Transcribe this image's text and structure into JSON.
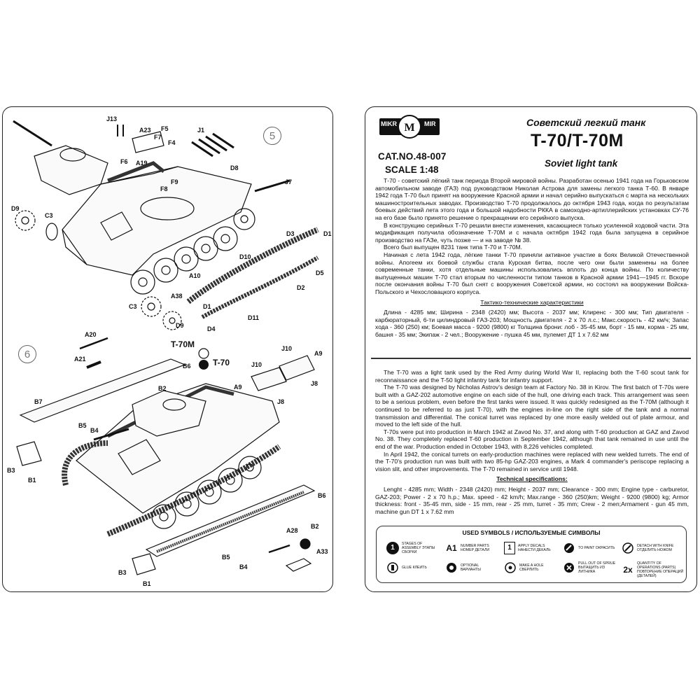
{
  "brand": {
    "logo_text_left": "MIKR",
    "logo_text_right": "MIR"
  },
  "header": {
    "catalog": "CAT.NO.48-007",
    "scale": "SCALE 1:48",
    "ru_title": "Советский легкий танк",
    "main_title": "T-70/T-70M",
    "en_title": "Soviet light tank"
  },
  "ru_text": {
    "p1": "Т-70 - советский лёгкий танк периода Второй мировой войны. Разработан осенью 1941 года на Горьковском автомобильном заводе (ГАЗ) под руководством Николая Астрова для замены легкого танка Т-60. В январе 1942 года Т-70 был принят на вооружение Красной армии и начал серийно выпускаться с марта на нескольких машиностроительных заводах. Производство Т-70 продолжалось до октября 1943 года, когда по результатам боевых действий лета этого года и большой надобности РККА в самоходно-артиллерийских установках СУ-76 на его базе было принято решение о прекращении его серийного выпуска.",
    "p2": "В конструкцию серийных Т-70 решили внести изменения, касающиеся только усиленной ходовой части. Эта модификация получила обозначение Т-70М и с начала октября 1942 года была запущена в серийное производство на ГАЗе, чуть позже — и на заводе № 38.",
    "p3": "Всего был выпущен 8231 танк типа Т-70 и Т-70М.",
    "p4": "Начиная с лета 1942 года, лёгкие танки Т-70 приняли активное участие в боях Великой Отечественной войны. Апогеем их боевой службы стала Курская битва, после чего они были заменены на более современные танки, хотя отдельные машины использовались вплоть до конца войны. По количеству выпущенных машин Т-70 стал вторым по численности типом танков в Красной армии 1941—1945 гг. Вскоре после окончания войны Т-70 был снят с вооружения Советской армии, но состоял на вооружении Войска-Польского и Чехословацкого корпуса.",
    "spec_head": "Тактико-технические характеристики",
    "spec": "Длина - 4285 мм; Ширина - 2348 (2420) мм; Высота - 2037 мм; Клиренс - 300 мм; Тип двигателя - карбюраторный, 6-ти цилиндровый ГАЗ-203; Мощность двигателя - 2 х 70 л.с.; Макс.скорость - 42 км/ч; Запас хода - 360 (250) км; Боевая масса - 9200 (9800) кг Толщина брони: лоб - 35-45 мм, борт - 15 мм, корма - 25 мм, башня - 35 мм; Экипаж - 2 чел.; Вооружение - пушка 45 мм, пулемет ДТ 1 х 7.62 мм"
  },
  "en_text": {
    "p1": "The T-70 was a light tank used by the Red Army during World War II, replacing both the T-60 scout tank for reconnaissance and the T-50 light infantry tank for infantry support.",
    "p2": "The T-70 was designed by Nicholas Astrov's design team at Factory No. 38 in Kirov. The first batch of T-70s were built with a GAZ-202 automotive engine on each side of the hull, one driving each track. This arrangement was seen to be a serious problem, even before the first tanks were issued. It was quickly redesigned as the T-70M (although it continued to be referred to as just T-70), with the engines in-line on the right side of the tank and a normal transmission and differential. The conical turret was replaced by one more easily welded out of plate armour, and moved to the left side of the hull.",
    "p3": "T-70s were put into production in March 1942 at Zavod No. 37, and along with T-60 production at GAZ and Zavod No. 38. They completely replaced T-60 production in September 1942, although that tank remained in use until the end of the war. Production ended in October 1943, with 8,226 vehicles completed.",
    "p4": "In April 1942, the conical turrets on early-production machines were replaced with new welded turrets. The end of the T-70's production run was built with two 85-hp GAZ-203 engines, a Mark 4 commander's periscope replacing a vision slit, and other improvements. The T-70 remained in service until 1948.",
    "spec_head": "Technical specifications:",
    "spec": "Lenght - 4285 mm; Width - 2348 (2420) mm; Height - 2037 mm; Clearance - 300 mm; Engine type - carburetor, GAZ-203; Power - 2 x 70 h.p.; Max. speed - 42 km/h; Max.range - 360 (250)km; Weight - 9200 (9800) kg; Armor thickness: front - 35-45 mm, side - 15 mm, rear - 25 mm, turret - 35 mm; Crew - 2 men;Armament - gun 45 mm, machine gun DT 1 x 7.62 mm"
  },
  "legend": {
    "title": "USED SYMBOLS / ИСПОЛЬЗУЕМЫЕ СИМВОЛЫ",
    "items": [
      {
        "icon": "1",
        "label": "STAGES OF ASSEMBLY ЭТАПЫ СБОРКИ"
      },
      {
        "icon": "A1",
        "label": "NUMBER PARTS НОМЕР ДЕТАЛИ"
      },
      {
        "icon": "1",
        "label": "APPLY DECALS НАНЕСТИ ДЕКАЛЬ"
      },
      {
        "icon": "",
        "label": "TO PAINT ОКРАСИТЬ"
      },
      {
        "icon": "",
        "label": "DETACH WITH KNIFE ОТДЕЛИТЬ НОЖОМ"
      },
      {
        "icon": "",
        "label": "GLUE КЛЕИТЬ"
      },
      {
        "icon": "",
        "label": "OPTIONAL ВАРИАНТЫ"
      },
      {
        "icon": "",
        "label": "MAKE A HOLE СВЕРЛИТЬ"
      },
      {
        "icon": "",
        "label": "PULL OUT OF SPRUE ВЫТАЩИТЬ ИЗ ЛИТНИКА"
      },
      {
        "icon": "2x",
        "label": "QUANTITY OF OPERATIONS (PARTS) ПОВТОРЕНИЕ ОПЕРАЦИЙ (ДЕТАЛЕЙ)"
      }
    ]
  },
  "steps": {
    "step5": "5",
    "step6": "6"
  },
  "variants": {
    "t70m": "T-70M",
    "t70": "T-70"
  },
  "parts5": [
    "J13",
    "A23",
    "F5",
    "F7",
    "F4",
    "F6",
    "A19",
    "F9",
    "J1",
    "D8",
    "J7",
    "D9",
    "C3",
    "F8",
    "D3",
    "D1",
    "D10",
    "D5",
    "A10",
    "D2",
    "A38",
    "D1",
    "C3",
    "D9",
    "D4",
    "D11"
  ],
  "parts6": [
    "A20",
    "A21",
    "B6",
    "B2",
    "J10",
    "A9",
    "J10",
    "A9",
    "J8",
    "J8",
    "B7",
    "B5",
    "B4",
    "B3",
    "B1",
    "B6",
    "A28",
    "B2",
    "A33",
    "B5",
    "B3",
    "B4",
    "B1"
  ]
}
